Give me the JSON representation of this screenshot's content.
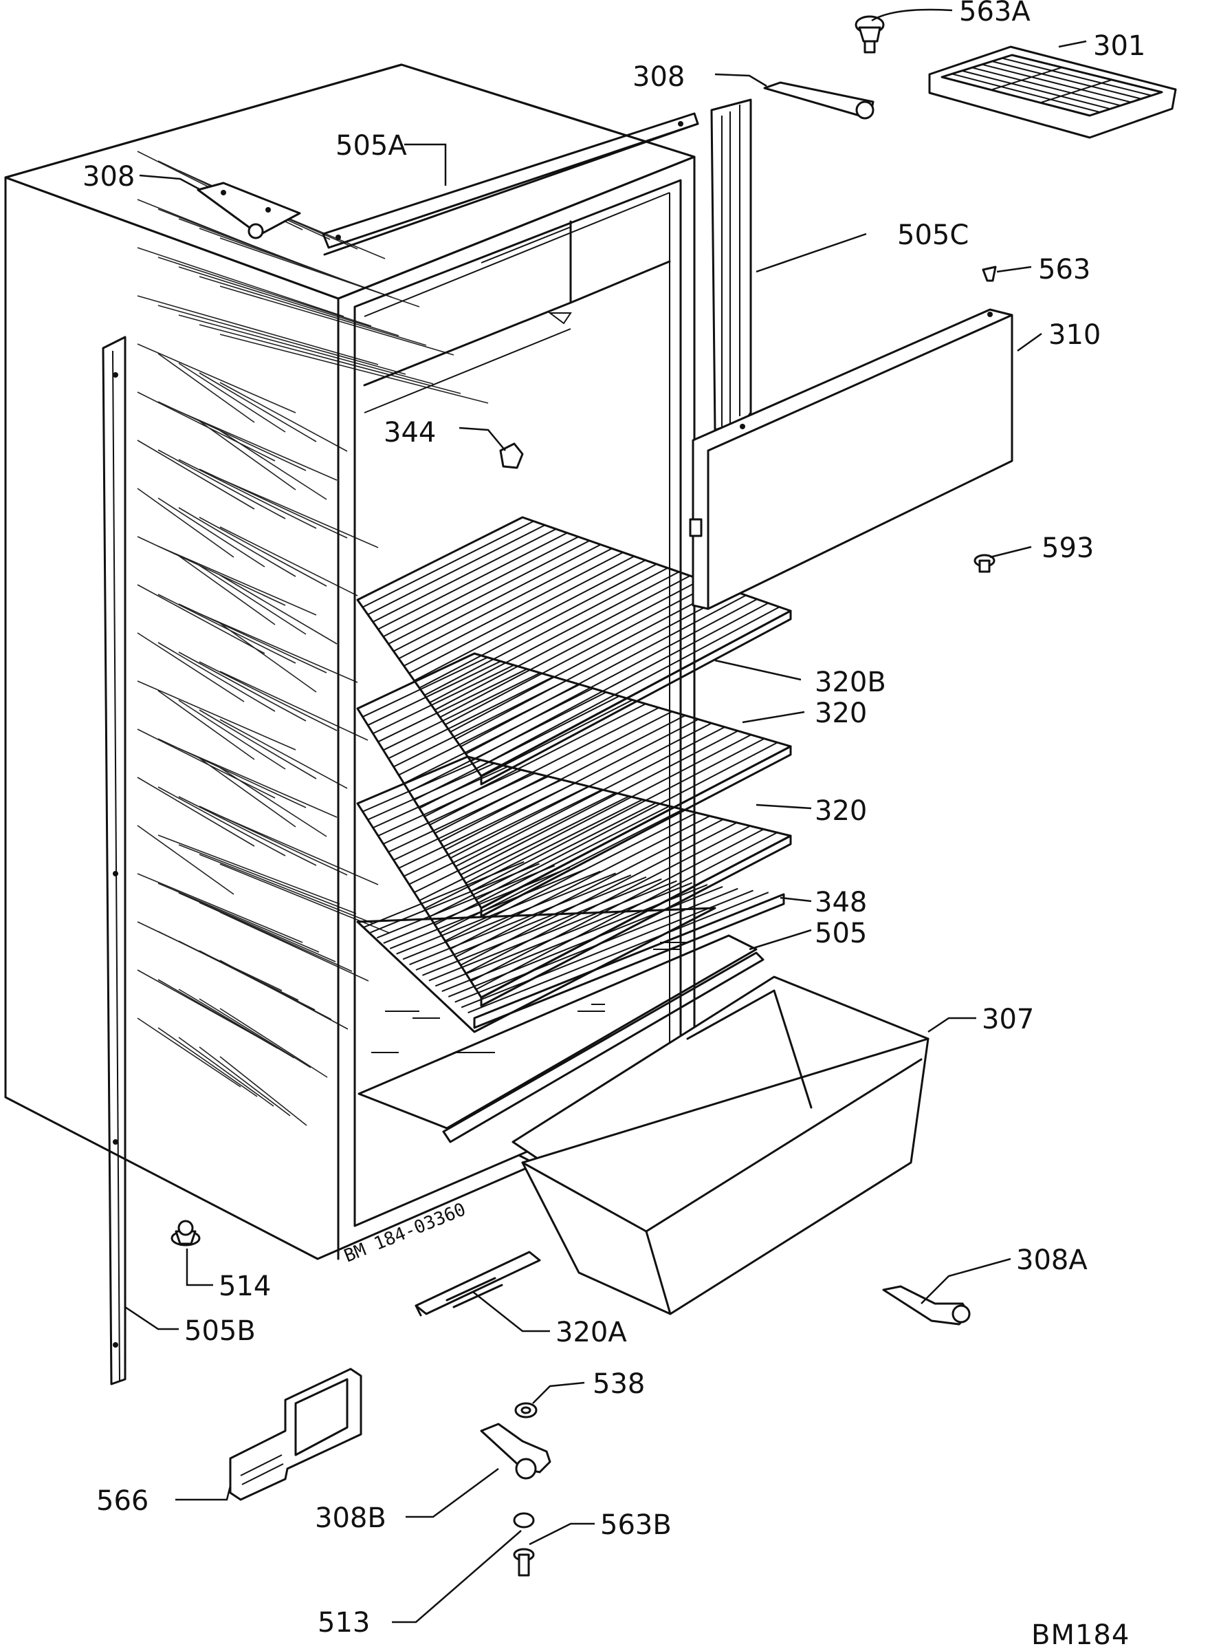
{
  "labels": {
    "l563a": "563A",
    "l301": "301",
    "l308top": "308",
    "l308left": "308",
    "l505a": "505A",
    "l505c": "505C",
    "l563": "563",
    "l310": "310",
    "l344": "344",
    "l593": "593",
    "l320b": "320B",
    "l320a1": "320",
    "l320a2": "320",
    "l348": "348",
    "l505": "505",
    "l307": "307",
    "l308a": "308A",
    "l514": "514",
    "l505b": "505B",
    "l320a": "320A",
    "l538": "538",
    "l566": "566",
    "l308b": "308B",
    "l563b": "563B",
    "l513": "513"
  },
  "cabinet_stamp": "BM 184-03360",
  "drawing_ref": "BM184"
}
